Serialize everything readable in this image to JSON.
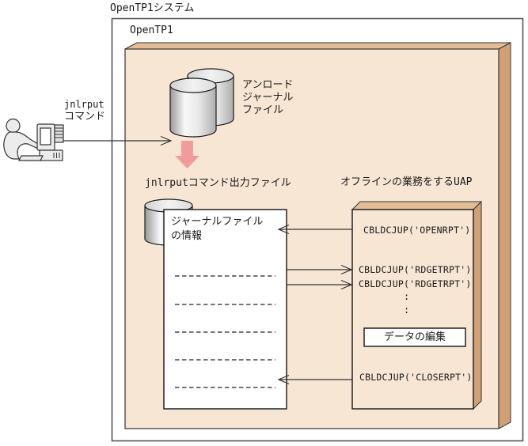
{
  "colors": {
    "background": "#ffffff",
    "panel_face": "#f7e6d4",
    "panel_top_edge": "#e3bd96",
    "panel_right_edge": "#d1a075",
    "red_arrow": "#f09c9c",
    "line": "#333333"
  },
  "system_box": {
    "label": "OpenTP1システム"
  },
  "opentp1_box": {
    "label": "OpenTP1"
  },
  "operator": {
    "icon": "user-terminal-icon",
    "label_lines": [
      "jnlrput",
      "コマンド"
    ]
  },
  "unload_journal": {
    "icon": "stacked-cylinders-icon",
    "label_lines": [
      "アンロード",
      "ジャーナル",
      "ファイル"
    ]
  },
  "transfer_arrow": {
    "icon": "red-down-arrow-icon"
  },
  "output_file": {
    "icon": "cylinder-icon",
    "label": "jnlrputコマンド出力ファイル",
    "box_title_lines": [
      "ジャーナルファイル",
      "の情報"
    ],
    "dashed_line_count": 5
  },
  "uap": {
    "label": "オフラインの業務をするUAP",
    "calls": {
      "open": "CBLDCJUP('OPENRPT')",
      "read1": "CBLDCJUP('RDGETRPT')",
      "read2": "CBLDCJUP('RDGETRPT')",
      "ellipsis": [
        ":",
        ":"
      ],
      "edit": "データの編集",
      "close": "CBLDCJUP('CLOSERPT')"
    }
  }
}
